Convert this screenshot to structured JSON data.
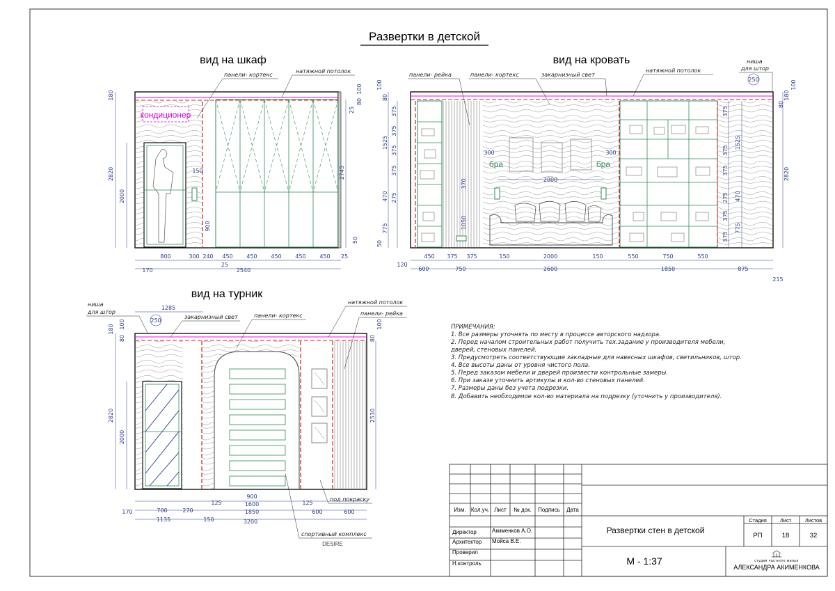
{
  "title": "Развертки в детской",
  "views": {
    "wardrobe": {
      "title": "вид на шкаф",
      "labels": {
        "panels": "панели- кортекс",
        "ceiling": "натяжной потолок",
        "ac": "кондиционер"
      },
      "dims_bottom": [
        "800",
        "300",
        "240",
        "450",
        "450",
        "450",
        "450",
        "450",
        "25",
        "25",
        "170",
        "2540"
      ],
      "dims_side": [
        "180",
        "2820",
        "2000",
        "150",
        "900",
        "2745",
        "100",
        "80",
        "25",
        "50"
      ]
    },
    "bed": {
      "title": "вид на кровать",
      "labels": {
        "rail": "панели- рейка",
        "panels": "панели- кортекс",
        "light": "закарнизный свет",
        "ceiling": "натяжной потолок",
        "niche": "ниша",
        "curtains": "для штор",
        "sconce_l": "бра",
        "sconce_r": "бра"
      },
      "dims_bottom": [
        "450",
        "375",
        "375",
        "150",
        "2000",
        "150",
        "550",
        "750",
        "550",
        "600",
        "750",
        "2600",
        "1850",
        "875",
        "120",
        "215",
        "250",
        "300",
        "300",
        "2000"
      ],
      "dims_side": [
        "100",
        "80",
        "375",
        "1525",
        "375",
        "375",
        "375",
        "470",
        "275",
        "775",
        "50",
        "370",
        "1050",
        "1525",
        "470",
        "775",
        "2820",
        "180",
        "100",
        "80",
        "375",
        "375",
        "375",
        "375",
        "275",
        "375"
      ]
    },
    "bar": {
      "title": "вид на турник",
      "labels": {
        "niche": "ниша",
        "curtains": "для штор",
        "light": "закарнизный свет",
        "panels": "панели- кортекс",
        "ceiling": "натяжной потолок",
        "rail": "панели- рейка",
        "paint": "под покраску",
        "sport": "спортивный комплекс",
        "brand": "DESIRE"
      },
      "dims_bottom": [
        "700",
        "270",
        "1135",
        "150",
        "125",
        "900",
        "1600",
        "1850",
        "125",
        "600",
        "600",
        "3200",
        "170",
        "1285",
        "250"
      ],
      "dims_side": [
        "180",
        "100",
        "80",
        "2820",
        "2000",
        "2530",
        "80",
        "100"
      ]
    }
  },
  "notes": {
    "heading": "ПРИМЕЧАНИЯ:",
    "items": [
      "1.  Все размеры уточнять по месту в процессе авторского надзора.",
      "2.  Перед началом строительных работ получить тех.задание у производителя мебели,",
      "дверей, стеновых панелей.",
      "3.  Предусмотреть соответствующие закладные для навесных шкафов, светильников, штор.",
      "4.  Все высоты даны от уровня чистого пола.",
      "5.  Перед заказом мебели и дверей произвести контрольные замеры.",
      "6.  При заказе уточнить артикулы и кол-во стеновых панелей.",
      "7.  Размеры даны без учета подрезки.",
      "8.  Добавить необходимое кол-во материала на подрезку (уточнить у производителя)."
    ]
  },
  "stamp": {
    "headers": [
      "Изм.",
      "Кол.уч.",
      "Лист",
      "№ док.",
      "Подпись",
      "Дата"
    ],
    "roles": [
      {
        "role": "Директор",
        "name": "Акименков А.О."
      },
      {
        "role": "Архитектор",
        "name": "Мойса В.Е."
      },
      {
        "role": "Проверил",
        "name": ""
      },
      {
        "role": "Н.контроль",
        "name": ""
      }
    ],
    "sheet_title": "Развертки стен в детской",
    "scale": "М - 1:37",
    "stage_label": "Стадия",
    "sheet_label": "Лист",
    "sheets_label": "Листов",
    "stage": "РП",
    "sheet": "18",
    "sheets": "32",
    "studio_small": "студия частного жилья",
    "studio_name": "АЛЕКСАНДРА АКИМЕНКОВА"
  },
  "colors": {
    "dim": "#2a3c8a",
    "hidden": "#d02020",
    "furniture": "#2e8b57",
    "accent": "#cc00cc",
    "ceiling": "#ff00ff"
  }
}
